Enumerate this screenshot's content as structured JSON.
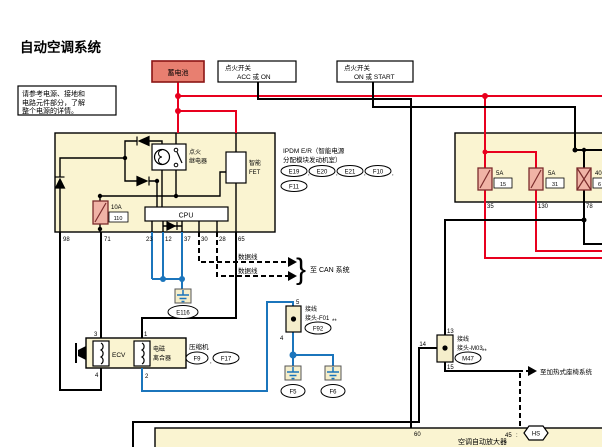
{
  "title": "自动空调系统",
  "note": {
    "line1": "请参考电源、接地和",
    "line2": "电路元件部分，了解",
    "line3": "整个电源的详情。"
  },
  "punct": {
    "comma": ",",
    "colon": ":"
  },
  "battery": {
    "label": "蓄电池"
  },
  "ignition_acc": {
    "line1": "点火开关",
    "line2": "ACC 或 ON"
  },
  "ignition_on": {
    "line1": "点火开关",
    "line2": "ON 或 START"
  },
  "ipdm": {
    "name_line1": "IPDM E/R（智能电源",
    "name_line2": "分配模块发动机室）",
    "connectors": [
      "E19",
      "E20",
      "E21",
      "F10",
      "F11"
    ],
    "relay_line1": "点火",
    "relay_line2": "继电器",
    "fet_line1": "智能",
    "fet_line2": "FET",
    "cpu_label": "CPU",
    "fuse": {
      "amp": "10A",
      "id": "110"
    },
    "pins": [
      "98",
      "71",
      "23",
      "12",
      "37",
      "30",
      "28",
      "65"
    ]
  },
  "fuse_box": {
    "fuses": [
      {
        "amp": "5A",
        "id": "15",
        "pin": "35"
      },
      {
        "amp": "5A",
        "id": "31",
        "pin": "130"
      },
      {
        "amp": "40",
        "id": "6",
        "pin": "78"
      }
    ]
  },
  "can": {
    "data_label1": "数据线",
    "data_label2": "数据线",
    "brace": "}",
    "dest": "至 CAN 系统"
  },
  "grounds": {
    "e116": "E116",
    "f5": "F5",
    "f6": "F6"
  },
  "joint_f": {
    "line1": "接线",
    "line2": "接头-F01",
    "ref": "F92",
    "stars": "**",
    "pin_top": "5",
    "pin_bottom": "4"
  },
  "joint_m": {
    "line1": "接线",
    "line2": "接头-M03",
    "ref": "M47",
    "stars": "**",
    "pin_top": "13",
    "pin_left": "14",
    "pin_bottom": "15"
  },
  "compressor": {
    "ecv_label": "ECV",
    "clutch_line1": "电磁",
    "clutch_line2": "离合器",
    "name": "压缩机",
    "connectors": [
      "F9",
      "F17"
    ],
    "pins": {
      "ecv_top": "3",
      "ecv_bottom": "4",
      "clutch_top": "1",
      "clutch_bottom": "2"
    }
  },
  "heated_seat": {
    "dest": "至加热式座椅系统"
  },
  "amp": {
    "name": "空调自动放大器",
    "pin_60": "60",
    "pin_45": "45",
    "hs": "HS"
  },
  "colors": {
    "wire_red": "#e8001e",
    "wire_blue": "#1b75bc",
    "box_tan": "#faf4d1",
    "fuse_pink": "#f0b3a6"
  }
}
